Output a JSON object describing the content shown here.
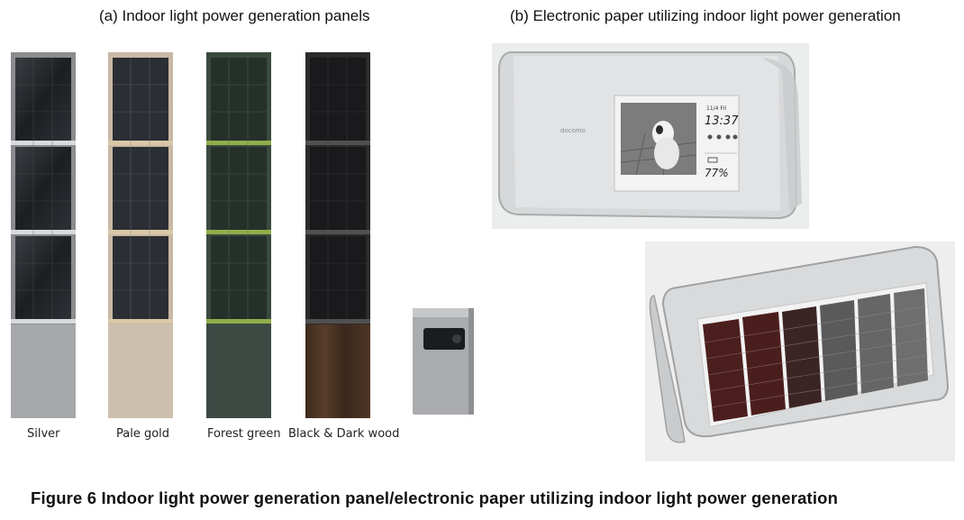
{
  "caption_a": "(a) Indoor light power generation panels",
  "caption_b": "(b) Electronic paper utilizing indoor light power generation",
  "panels": [
    {
      "label": "Silver",
      "frame": "#8a8c8f",
      "bottom": "#a6a8ab",
      "accent": "#d8dadc"
    },
    {
      "label": "Pale gold",
      "frame": "#c9b8a4",
      "bottom": "#cdbfae",
      "accent": "#d9c7a8"
    },
    {
      "label": "Forest green",
      "frame": "#3a4a3f",
      "bottom": "#3d4a44",
      "accent": "#8fae4a"
    },
    {
      "label": "Black & Dark wood",
      "frame": "#2b2b2c",
      "bottom": "#4a3324",
      "accent": "#505050"
    }
  ],
  "eink": {
    "brand": "docomo",
    "date": "11/4 Fri",
    "time": "13:37",
    "battery": "77%"
  },
  "figure_caption": "Figure 6  Indoor light power generation panel/electronic paper utilizing indoor light power generation"
}
